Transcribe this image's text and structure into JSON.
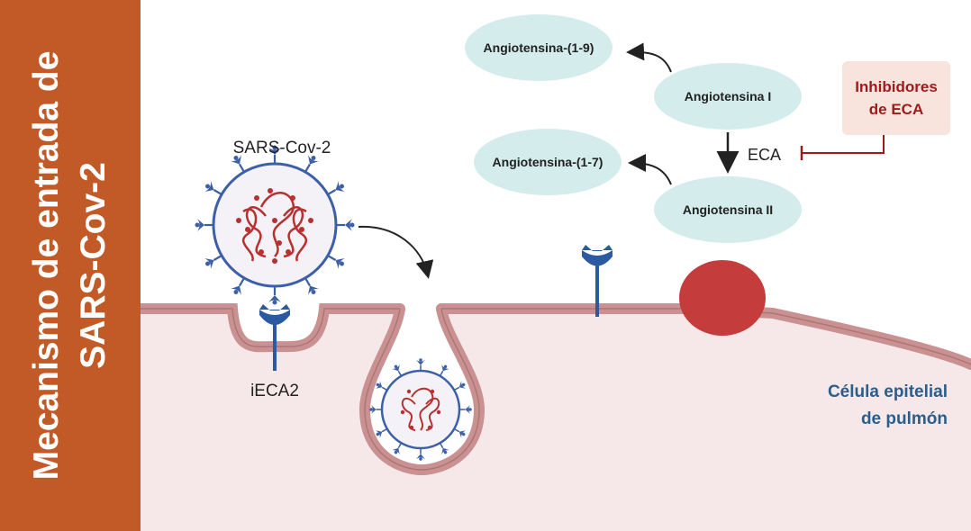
{
  "sidebar": {
    "title_line1": "Mecanismo de entrada de",
    "title_line2": "SARS-Cov-2"
  },
  "labels": {
    "virus": "SARS-Cov-2",
    "receptor": "iECA2",
    "cell_line1": "Célula epitelial",
    "cell_line2": "de pulmón",
    "enzyme": "ECA",
    "inhibitor_line1": "Inhibidores",
    "inhibitor_line2": "de ECA"
  },
  "nodes": {
    "ang19": "Angiotensina-(1-9)",
    "ang1": "Angiotensina I",
    "ang17": "Angiotensina-(1-7)",
    "ang2": "Angiotensina II"
  },
  "colors": {
    "sidebar": "#c25a27",
    "cell_interior": "#f6e8e8",
    "membrane": "#c99191",
    "node_fill": "#d4ecec",
    "inhibitor_fill": "#f8e3dd",
    "inhibitor_text": "#9e1b1b",
    "cell_label": "#2a5e8c",
    "receptor": "#2c5aa0",
    "red_blob": "#c43c3c"
  }
}
